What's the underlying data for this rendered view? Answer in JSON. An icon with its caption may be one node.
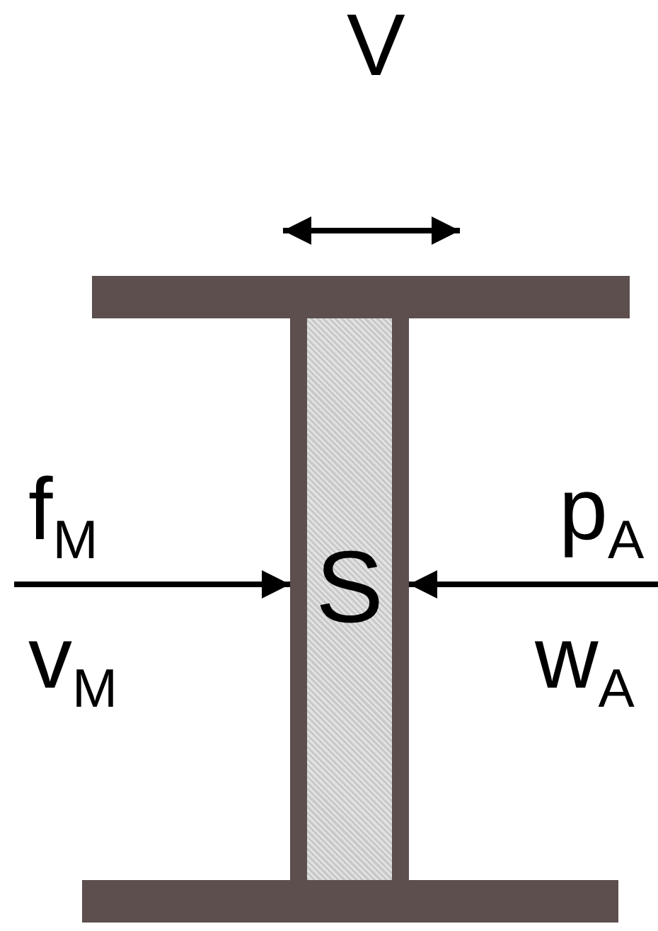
{
  "diagram": {
    "nodes": [
      {
        "text": [
          "S"
        ]
      },
      {
        "text": [],
        "shape": "bar"
      },
      {
        "text": [],
        "shape": "bar"
      },
      {
        "text": [],
        "shape": "bar"
      },
      {
        "text": [],
        "shape": "bar"
      }
    ],
    "edges": [
      {
        "from": null,
        "to": 1,
        "arrow": "to"
      },
      {
        "from": null,
        "to": 2,
        "arrow": "to"
      }
    ],
    "labels": [
      "V",
      "f$_{M}$",
      "p$_{A}$",
      "v$_{M}$",
      "w$_{A}$"
    ]
  }
}
